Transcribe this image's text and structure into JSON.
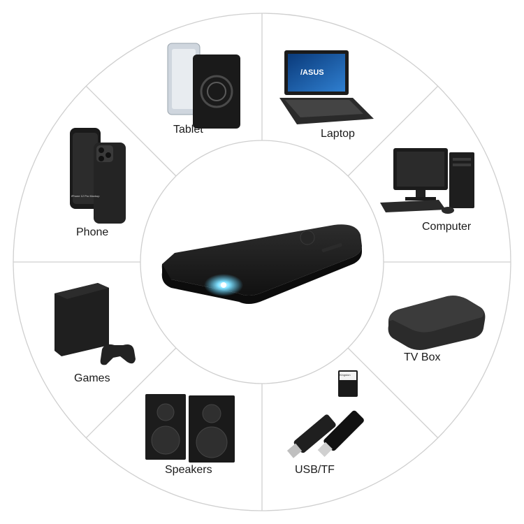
{
  "devices": {
    "tablet": "Tablet",
    "laptop": "Laptop",
    "computer": "Computer",
    "tv_box": "TV Box",
    "usb_tf": "USB/TF",
    "speakers": "Speakers",
    "games": "Games",
    "phone": "Phone"
  },
  "laptop_logo": "/ASUS",
  "phone_caption": "iPhone 12 Pro Mockup",
  "sd_card_brand": "Kingston",
  "colors": {
    "divider": "#cfcfcf",
    "device_dark": "#1c1c1c",
    "projector_light": "#5fd3ff"
  }
}
